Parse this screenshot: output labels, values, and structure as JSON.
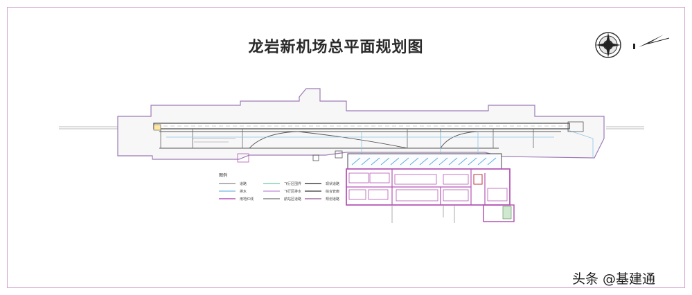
{
  "title": "龙岩新机场总平面规划图",
  "watermark": "头条 @基建通",
  "legend": {
    "heading": "图例",
    "items": [
      {
        "label": "道路",
        "color": "#9a9a9a"
      },
      {
        "label": "飞行区围界",
        "color": "#7fd6b4"
      },
      {
        "label": "现状道路",
        "color": "#444444"
      },
      {
        "label": "排水",
        "color": "#8bc4e8"
      },
      {
        "label": "飞行区排水",
        "color": "#c7a0dc"
      },
      {
        "label": "综合管廊",
        "color": "#555555"
      },
      {
        "label": "用地红线",
        "color": "#b455b4"
      },
      {
        "label": "航站区道路",
        "color": "#888888"
      },
      {
        "label": "规划道路",
        "color": "#a070a0"
      }
    ]
  },
  "colors": {
    "frame": "#d7a6cf",
    "airfield": "#4a4a4a",
    "boundary": "#9c7ab6",
    "landside": "#b455b4",
    "water": "#8bc4e8",
    "fence": "#7fd6b4"
  },
  "icons": [
    "compass-rose-icon",
    "north-arrow-icon"
  ]
}
